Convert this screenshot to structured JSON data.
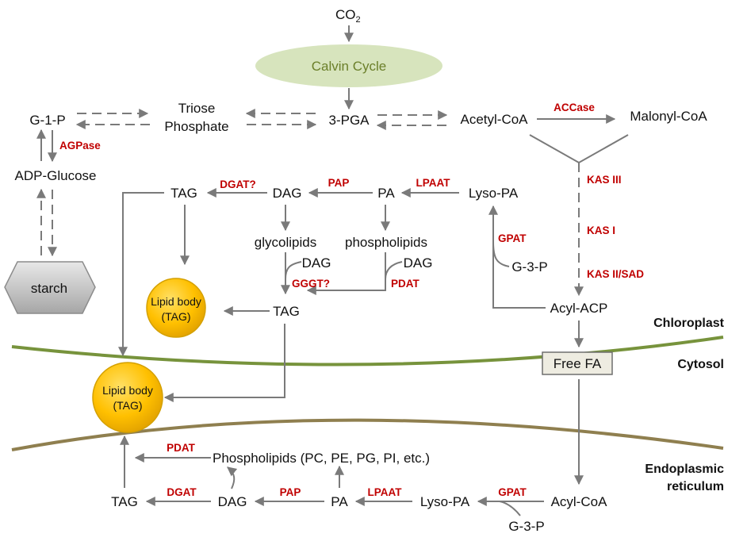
{
  "nodes": {
    "co2": "CO",
    "co2_sub": "2",
    "calvin": "Calvin Cycle",
    "pga": "3-PGA",
    "triose_1": "Triose",
    "triose_2": "Phosphate",
    "g1p": "G-1-P",
    "adp_glucose": "ADP-Glucose",
    "starch": "starch",
    "acetyl_coa": "Acetyl-CoA",
    "malonyl_coa": "Malonyl-CoA",
    "tag_plastid_left": "TAG",
    "dag_plastid": "DAG",
    "pa_plastid": "PA",
    "lyso_pa_plastid": "Lyso-PA",
    "glycolipids": "glycolipids",
    "phospholipids_plastid": "phospholipids",
    "dag_glyco": "DAG",
    "dag_phospho": "DAG",
    "g3p_plastid": "G-3-P",
    "tag_plastid_center": "TAG",
    "acyl_acp": "Acyl-ACP",
    "lipid_body_1_a": "Lipid body",
    "lipid_body_1_b": "(TAG)",
    "lipid_body_2_a": "Lipid body",
    "lipid_body_2_b": "(TAG)",
    "free_fa": "Free FA",
    "phospholipids_er": "Phospholipids (PC, PE, PG, PI, etc.)",
    "tag_er": "TAG",
    "dag_er": "DAG",
    "pa_er": "PA",
    "lyso_pa_er": "Lyso-PA",
    "acyl_coa": "Acyl-CoA",
    "g3p_er": "G-3-P"
  },
  "enzymes": {
    "agpase": "AGPase",
    "accase": "ACCase",
    "kas3": "KAS III",
    "kas1": "KAS I",
    "kas2_sad": "KAS II/SAD",
    "dgat_q": "DGAT?",
    "pap_plastid": "PAP",
    "lpaat_plastid": "LPAAT",
    "gpat_plastid": "GPAT",
    "gggt_q": "GGGT?",
    "pdat_plastid": "PDAT",
    "pdat_er": "PDAT",
    "dgat_er": "DGAT",
    "pap_er": "PAP",
    "lpaat_er": "LPAAT",
    "gpat_er": "GPAT"
  },
  "compartments": {
    "chloroplast": "Chloroplast",
    "cytosol": "Cytosol",
    "er_1": "Endoplasmic",
    "er_2": "reticulum"
  },
  "colors": {
    "enzyme_text": "#c00000",
    "arrow": "#7a7a7a",
    "chloroplast_membrane": "#77933c",
    "er_membrane": "#8f7f4f",
    "calvin_fill": "#d7e4bd",
    "lipid_body_fill": "#ffc000"
  }
}
